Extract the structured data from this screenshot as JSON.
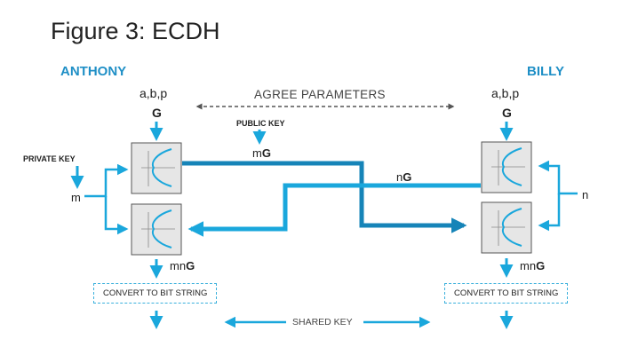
{
  "title": "Figure 3: ECDH",
  "colors": {
    "accent": "#1aa7dc",
    "dark_accent": "#1684b8",
    "heading": "#1f8fc6"
  },
  "left": {
    "name": "ANTHONY",
    "params": "a,b,p",
    "generator": "G",
    "private_key_label": "PRIVATE KEY",
    "private_var": "m",
    "result_prefix": "mn",
    "result_bold": "G",
    "convert_label": "CONVERT TO BIT STRING"
  },
  "right": {
    "name": "BILLY",
    "params": "a,b,p",
    "generator": "G",
    "private_var": "n",
    "result_prefix": "mn",
    "result_bold": "G",
    "convert_label": "CONVERT TO BIT STRING"
  },
  "center": {
    "agree_label": "AGREE PARAMETERS",
    "public_key_label": "PUBLIC KEY",
    "left_public_prefix": "m",
    "left_public_bold": "G",
    "right_public_prefix": "n",
    "right_public_bold": "G",
    "shared_key_label": "SHARED KEY"
  }
}
